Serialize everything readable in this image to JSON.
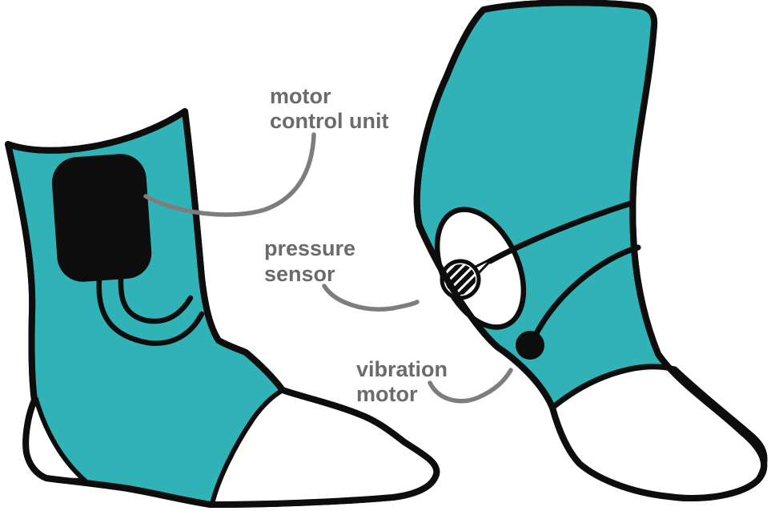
{
  "diagram": {
    "type": "labeled-illustration",
    "subject": "pair of smart socks with embedded electronics",
    "background_color": "#ffffff",
    "colors": {
      "sock_teal": "#30b2b6",
      "outline_black": "#0d0d0d",
      "label_gray": "#6b6b6b",
      "leader_gray": "#7d7d7d",
      "cutout_white": "#ffffff"
    },
    "labels": {
      "motor_control_unit": {
        "line1": "motor",
        "line2": "control unit"
      },
      "pressure_sensor": {
        "line1": "pressure",
        "line2": "sensor"
      },
      "vibration_motor": {
        "line1": "vibration",
        "line2": "motor"
      }
    },
    "components": [
      {
        "id": "motor-control-unit",
        "label": "motor control unit"
      },
      {
        "id": "pressure-sensor",
        "label": "pressure sensor"
      },
      {
        "id": "vibration-motor",
        "label": "vibration motor"
      }
    ]
  }
}
